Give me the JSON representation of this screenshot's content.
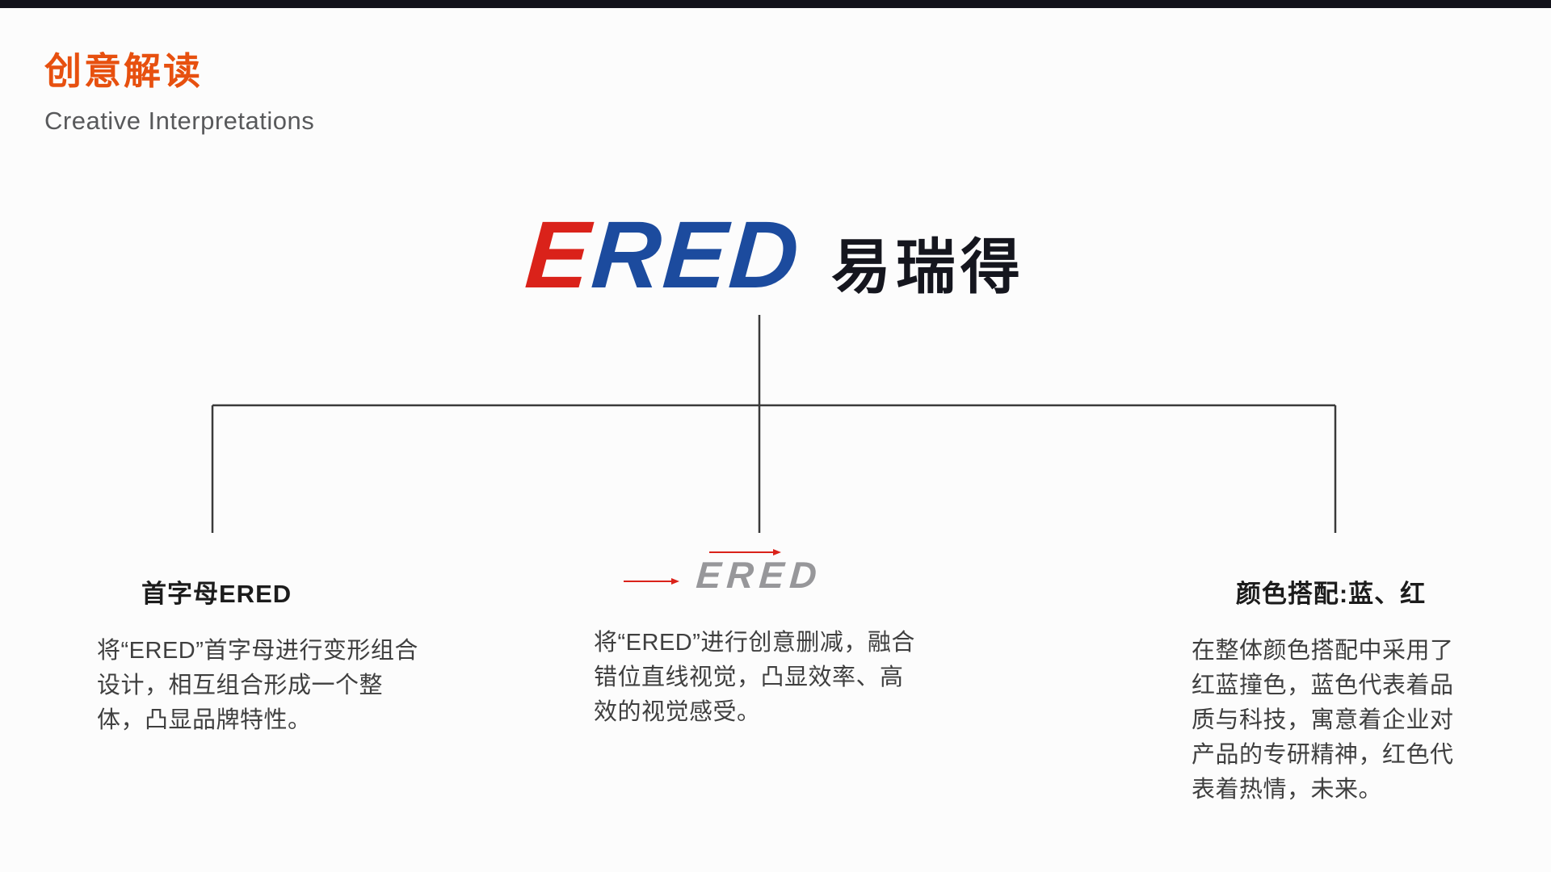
{
  "page": {
    "title_cn": "创意解读",
    "title_en": "Creative Interpretations"
  },
  "logo": {
    "letter_first": "E",
    "letters_rest": "RED",
    "chinese": "易瑞得"
  },
  "columns": [
    {
      "heading": "首字母ERED",
      "body": "将“ERED”首字母进行变形组合设计，相互组合形成一个整体，凸显品牌特性。"
    },
    {
      "logo_text": "ERED",
      "body": "将“ERED”进行创意删减，融合错位直线视觉，凸显效率、高效的视觉感受。"
    },
    {
      "heading": "颜色搭配:蓝、红",
      "body": "在整体颜色搭配中采用了红蓝撞色，蓝色代表着品质与科技，寓意着企业对产品的专研精神，红色代表着热情，未来。"
    }
  ],
  "colors": {
    "accent_orange": "#e7500f",
    "logo_red": "#da221a",
    "logo_blue": "#1c4b9e",
    "logo_dark": "#15161e",
    "gray_logo": "#97979a",
    "connector_line": "#3a3a3a",
    "top_bar": "#14141c"
  }
}
